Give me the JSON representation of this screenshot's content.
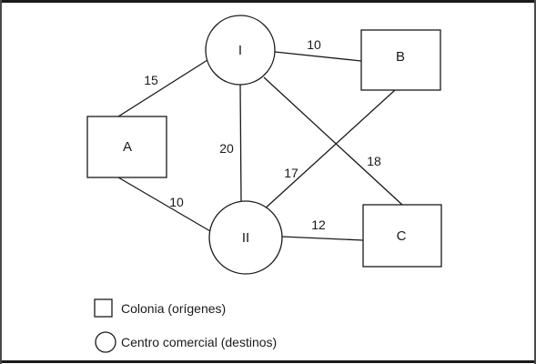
{
  "diagram": {
    "nodes": {
      "A": "A",
      "B": "B",
      "C": "C",
      "I": "I",
      "II": "II"
    },
    "edges": {
      "A_I": "15",
      "A_II": "10",
      "I_II": "20",
      "I_B": "10",
      "I_C": "18",
      "II_B": "17",
      "II_C": "12"
    }
  },
  "legend": {
    "square_label": "Colonia (orígenes)",
    "circle_label": "Centro comercial (destinos)"
  }
}
